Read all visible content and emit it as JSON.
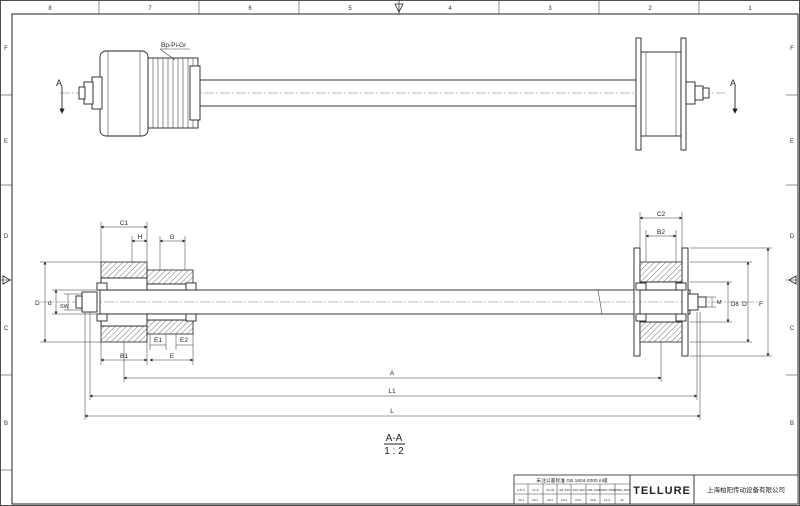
{
  "drawing": {
    "zones_top": [
      "8",
      "7",
      "6",
      "5",
      "4",
      "3",
      "2",
      "1"
    ],
    "zones_side": [
      "F",
      "E",
      "D",
      "C",
      "B"
    ],
    "section_letter": "A",
    "section_title": "A-A",
    "scale": "1 : 2",
    "part_label": "Bp-Pi-Gr",
    "dimensions": {
      "C1": "C1",
      "H": "H",
      "G": "G",
      "C2": "C2",
      "B2": "B2",
      "D_left": "D",
      "d": "d",
      "SW": "SW",
      "B1": "B1",
      "E1": "E1",
      "E2": "E2",
      "E": "E",
      "A": "A",
      "L1": "L1",
      "L": "L",
      "M": "M",
      "D8": "D8",
      "D_right": "D",
      "F": "F"
    }
  },
  "title_block": {
    "standard_note": "未注公差标准 GB 1804-2000 m级",
    "tolerance_header": [
      "0.5~3",
      ">3~6",
      ">6~30",
      ">30~120",
      ">120~400",
      ">400~1000",
      ">1000~2000",
      ">2000~4000"
    ],
    "tolerance_values": [
      "±0.1",
      "±0.1",
      "±0.2",
      "±0.3",
      "±0.5",
      "±0.8",
      "±1.2",
      "±2"
    ],
    "brand": "TELLURE",
    "company": "上海柏阳传动设备有限公司"
  }
}
